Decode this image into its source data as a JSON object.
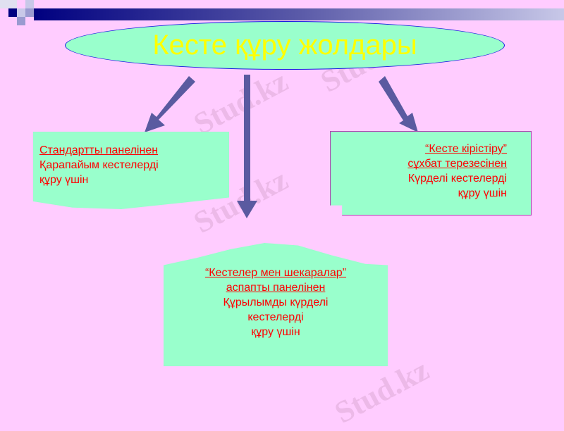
{
  "title": "Кесте құру жолдары",
  "watermark": "Stud.kz",
  "left_box": {
    "line1": "Стандартты панелінен",
    "line2": "Қарапайым  кестелерді",
    "line3": "құру үшін"
  },
  "right_box": {
    "line1": "“Кесте кірістіру”",
    "line2": "сұхбат терезесінен",
    "line3": "Күрделі кестелерді",
    "line4": "құру үшін"
  },
  "bottom_box": {
    "line1": "“Кестелер мен шекаралар”",
    "line2": "аспапты панелінен",
    "line3": "Құрылымды күрделі",
    "line4": "кестелерді",
    "line5": "құру үшін"
  },
  "colors": {
    "background": "#ffccff",
    "shape_fill": "#99ffcc",
    "title": "#ffff00",
    "text": "#ff0000",
    "arrow": "#5a5aa0"
  }
}
